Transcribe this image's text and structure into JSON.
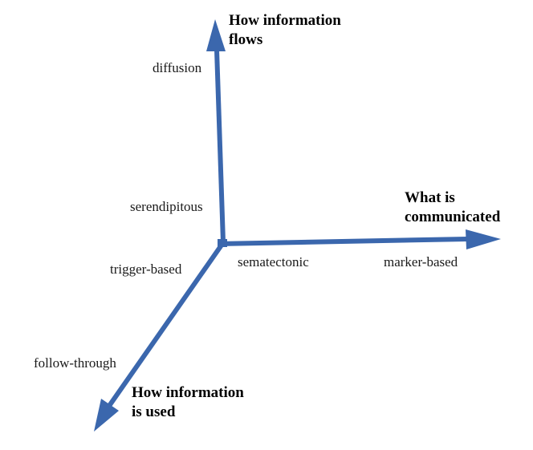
{
  "diagram": {
    "axis_color": "#3b67ad",
    "axes": {
      "vertical": {
        "title_line1": "How information",
        "title_line2": "flows",
        "labels": [
          "diffusion",
          "serendipitous"
        ]
      },
      "horizontal": {
        "title_line1": "What is",
        "title_line2": "communicated",
        "labels": [
          "sematectonic",
          "marker-based"
        ]
      },
      "diagonal": {
        "title_line1": "How information",
        "title_line2": "is used",
        "labels": [
          "trigger-based",
          "follow-through"
        ]
      }
    }
  }
}
